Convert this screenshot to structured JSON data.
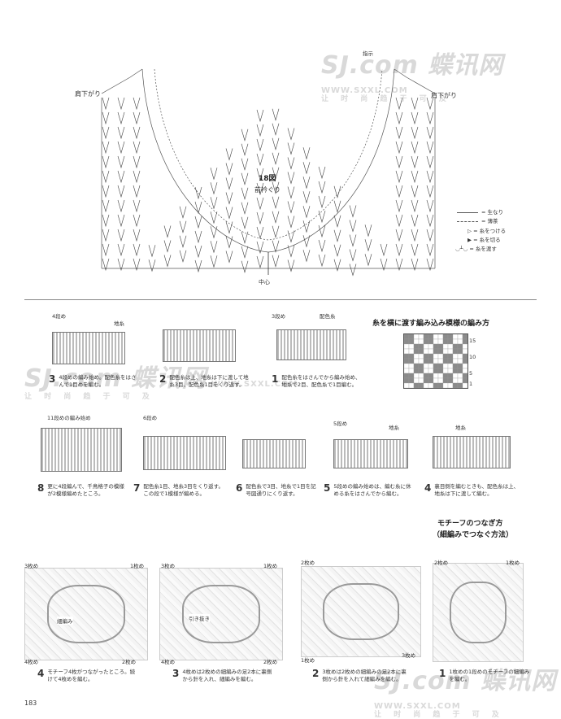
{
  "page_number": "183",
  "watermark": {
    "logo": "SJ.com 蝶讯网",
    "url": "WWW.SXXL.COM",
    "tagline": "让 时 尚 趋 于 可 及"
  },
  "chart_top": {
    "title": "18図",
    "subtitle": "前衿ぐり",
    "shoulder_left": "肩下がり",
    "shoulder_right": "肩下がり",
    "center": "中心",
    "top_label": "指示",
    "legend": {
      "item1": "= 生なり",
      "item2": "= 薄茶",
      "item3": "= 糸をつける",
      "item4": "= 糸を切る",
      "item5": "= 糸を渡す"
    }
  },
  "section_stripe": {
    "title": "糸を横に渡す編み込み模様の編み方",
    "steps": [
      {
        "num": "1",
        "text": "配色糸をはさんでから編み始め、地糸で2目、配色糸で1目編む。",
        "label_top": "3段め",
        "label_side": "配色糸"
      },
      {
        "num": "2",
        "text": "配色糸は上、地糸は下に渡して地糸3目、配色糸1目をくり返す。",
        "label_top": ""
      },
      {
        "num": "3",
        "text": "4段めの編み始め。配色糸をはさんで1目めを編む。",
        "label_top": "4段め",
        "label_side": "地糸"
      },
      {
        "num": "4",
        "text": "裏目側を編むときも、配色糸は上、地糸は下に渡して編む。",
        "label_side": "地糸"
      },
      {
        "num": "5",
        "text": "5段めの編み始めは、編む糸に休める糸をはさんでから編む。",
        "label_top": "5段め",
        "label_side": "地糸"
      },
      {
        "num": "6",
        "text": "配色糸で3目、地糸で1目を記号図通りにくり返す。"
      },
      {
        "num": "7",
        "text": "配色糸1目、地糸3目をくり返す。この段で1模様が編める。",
        "label_top": "6段め"
      },
      {
        "num": "8",
        "text": "更に4段編んで、千鳥格子の模様が2模様編めたところ。",
        "label_top": "11段めの編み始め"
      }
    ],
    "grid_numbers": [
      "15",
      "10",
      "5",
      "1"
    ]
  },
  "section_motif": {
    "title_line1": "モチーフのつなぎ方",
    "title_line2": "（細編みでつなぐ方法）",
    "steps": [
      {
        "num": "1",
        "text": "1枚めの1段めのモチーフの細編みを編む。",
        "labels": [
          "2枚め",
          "1枚め"
        ]
      },
      {
        "num": "2",
        "text": "3枚めは2枚めの細編みの足2本に裏側から針を入れて細編みを編む。",
        "labels": [
          "2枚め",
          "3枚め",
          "1枚め"
        ]
      },
      {
        "num": "3",
        "text": "4枚めは2枚めの細編みの足2本に裏側から針を入れ、細編みを編む。",
        "labels": [
          "3枚め",
          "1枚め",
          "2枚め",
          "4枚め"
        ],
        "callout": "引き抜き"
      },
      {
        "num": "4",
        "text": "モチーフ4枚がつながったところ。続けて4枚めを編む。",
        "labels": [
          "3枚め",
          "1枚め",
          "4枚め",
          "2枚め"
        ],
        "callout": "細編み"
      }
    ]
  }
}
